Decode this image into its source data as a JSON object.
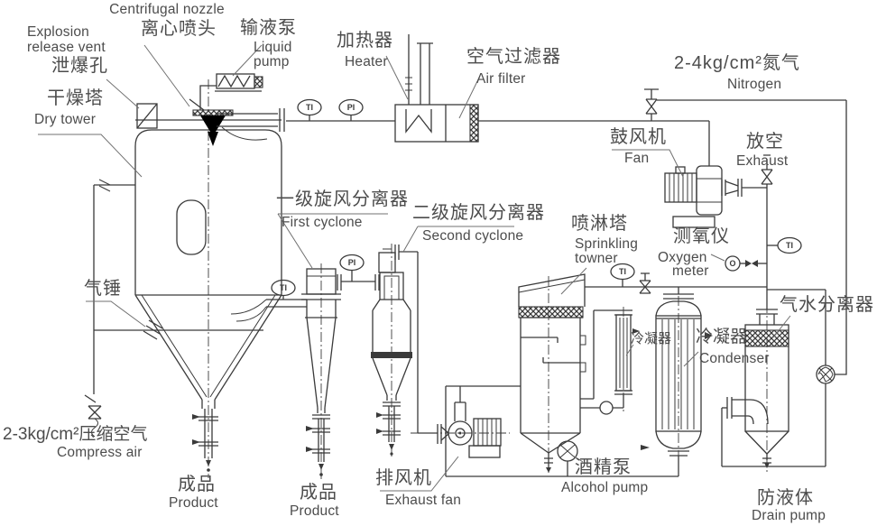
{
  "labels": {
    "centrifugal_nozzle": {
      "en": "Centrifugal nozzle",
      "zh": "离心喷头"
    },
    "explosion_vent": {
      "en_line1": "Explosion",
      "en_line2": "release vent",
      "zh": "泄爆孔"
    },
    "liquid_pump": {
      "zh": "输液泵",
      "en_line1": "Liquid",
      "en_line2": "pump"
    },
    "dry_tower": {
      "zh": "干燥塔",
      "en": "Dry tower"
    },
    "heater": {
      "zh": "加热器",
      "en": "Heater"
    },
    "air_filter": {
      "zh": "空气过滤器",
      "en": "Air filter"
    },
    "nitrogen": {
      "zh": "2-4kg/cm²氮气",
      "en": "Nitrogen"
    },
    "fan": {
      "zh": "鼓风机",
      "en": "Fan"
    },
    "exhaust": {
      "zh": "放空",
      "en": "Exhaust"
    },
    "first_cyclone": {
      "zh": "一级旋风分离器",
      "en": "First cyclone"
    },
    "second_cyclone": {
      "zh": "二级旋风分离器",
      "en": "Second cyclone"
    },
    "sprinkling_tower": {
      "zh": "喷淋塔",
      "en_line1": "Sprinkling",
      "en_line2": "towner"
    },
    "oxygen_meter": {
      "zh": "测氧仪",
      "en_line1": "Oxygen",
      "en_line2": "meter"
    },
    "gas_water_separator": {
      "zh": "气水分离器"
    },
    "condenser_small": {
      "zh": "冷凝器"
    },
    "condenser": {
      "zh": "冷凝器",
      "en": "Condenser"
    },
    "alcohol_pump": {
      "zh": "酒精泵",
      "en": "Alcohol pump"
    },
    "drain_pump": {
      "zh": "防液体",
      "en": "Drain pump"
    },
    "air_hammer": {
      "zh": "气锤"
    },
    "compress_air": {
      "zh": "2-3kg/cm²压缩空气",
      "en": "Compress air"
    },
    "product_tower": {
      "zh": "成品",
      "en": "Product"
    },
    "product_cyclone": {
      "zh": "成品",
      "en": "Product"
    },
    "exhaust_fan": {
      "zh": "排风机",
      "en": "Exhaust fan"
    }
  },
  "gauges": {
    "ti": "TI",
    "pi": "PI",
    "o": "O"
  },
  "colors": {
    "line": "#3a3a3a",
    "text": "#4c4c4c",
    "background": "#ffffff"
  }
}
